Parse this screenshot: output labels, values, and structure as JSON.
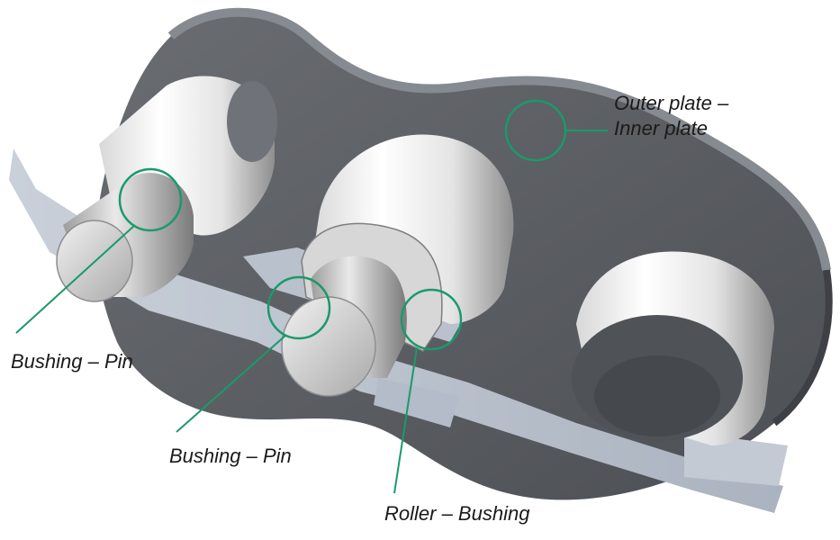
{
  "callouts": {
    "outer_inner_plate": {
      "line1": "Outer plate –",
      "line2": "Inner plate"
    },
    "bushing_pin_left": "Bushing – Pin",
    "bushing_pin_center": "Bushing – Pin",
    "roller_bushing": "Roller – Bushing"
  },
  "colors": {
    "callout_accent": "#1a9a6a",
    "plate_dark": "#5b5e63",
    "plate_edge": "#7b7f86",
    "inner_plate": "#b7bfca",
    "metal_light": "#f2f2f2",
    "metal_shadow": "#9a9a9a"
  }
}
